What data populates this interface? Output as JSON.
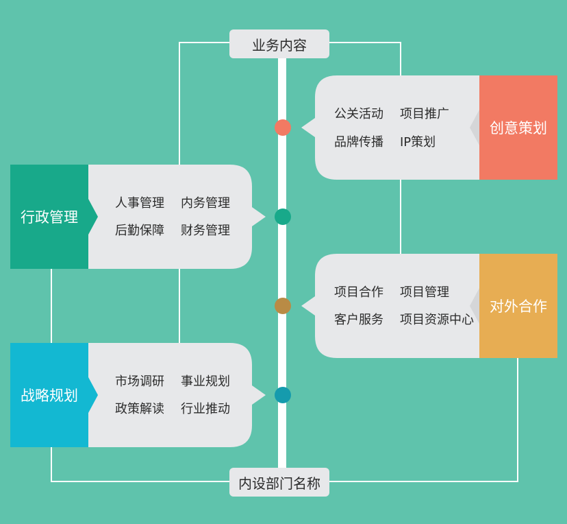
{
  "top_title": "业务内容",
  "bottom_title": "内设部门名称",
  "departments": [
    {
      "name": "创意策划",
      "items": [
        "公关活动",
        "项目推广",
        "品牌传播",
        "IP策划"
      ],
      "color": "#f27a63",
      "dot_color": "#f27a63"
    },
    {
      "name": "行政管理",
      "items": [
        "人事管理",
        "内务管理",
        "后勤保障",
        "财务管理"
      ],
      "color": "#18a98a",
      "dot_color": "#18a98a"
    },
    {
      "name": "对外合作",
      "items": [
        "项目合作",
        "项目管理",
        "客户服务",
        "项目资源中心"
      ],
      "color": "#e7ad53",
      "dot_color": "#b98b45"
    },
    {
      "name": "战略规划",
      "items": [
        "市场调研",
        "事业规划",
        "政策解读",
        "行业推动"
      ],
      "color": "#13b8d2",
      "dot_color": "#159bad"
    }
  ],
  "colors": {
    "background": "#5fc3ac",
    "card": "#e7e8ea",
    "line": "#ffffff"
  }
}
